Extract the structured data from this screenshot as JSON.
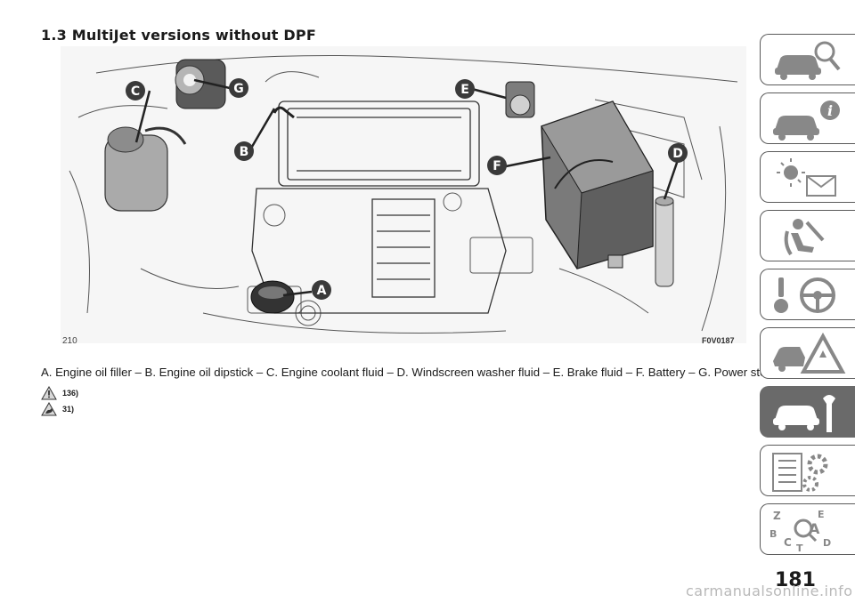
{
  "page": {
    "title": "1.3 MultiJet versions without DPF",
    "figure_number": "210",
    "figure_code": "F0V0187",
    "caption": "A. Engine oil filler – B. Engine oil dipstick – C. Engine coolant fluid – D. Windscreen washer fluid – E. Brake fluid – F. Battery – G. Power steering fluid",
    "notes": [
      {
        "text": "136)",
        "icon": "warning-triangle-icon"
      },
      {
        "text": "31)",
        "icon": "hand-warning-icon"
      }
    ],
    "page_number": "181",
    "watermark": "carmanualsonline.info"
  },
  "figure_labels": [
    "A",
    "B",
    "C",
    "D",
    "E",
    "F",
    "G"
  ],
  "sidebar": {
    "tabs": [
      {
        "icon": "car-search-icon",
        "active": false
      },
      {
        "icon": "car-info-icon",
        "active": false
      },
      {
        "icon": "warning-light-message-icon",
        "active": false
      },
      {
        "icon": "airbag-seat-icon",
        "active": false
      },
      {
        "icon": "steering-key-icon",
        "active": false
      },
      {
        "icon": "accident-triangle-icon",
        "active": false
      },
      {
        "icon": "car-wrench-icon",
        "active": true
      },
      {
        "icon": "specs-gears-icon",
        "active": false
      },
      {
        "icon": "index-alphabet-icon",
        "active": false
      }
    ],
    "index_letters": [
      "Z",
      "E",
      "A",
      "B",
      "C",
      "T",
      "D"
    ]
  },
  "colors": {
    "accent": "#6a6a6a",
    "text": "#1a1a1a",
    "label_bg": "#3a3a3a"
  }
}
